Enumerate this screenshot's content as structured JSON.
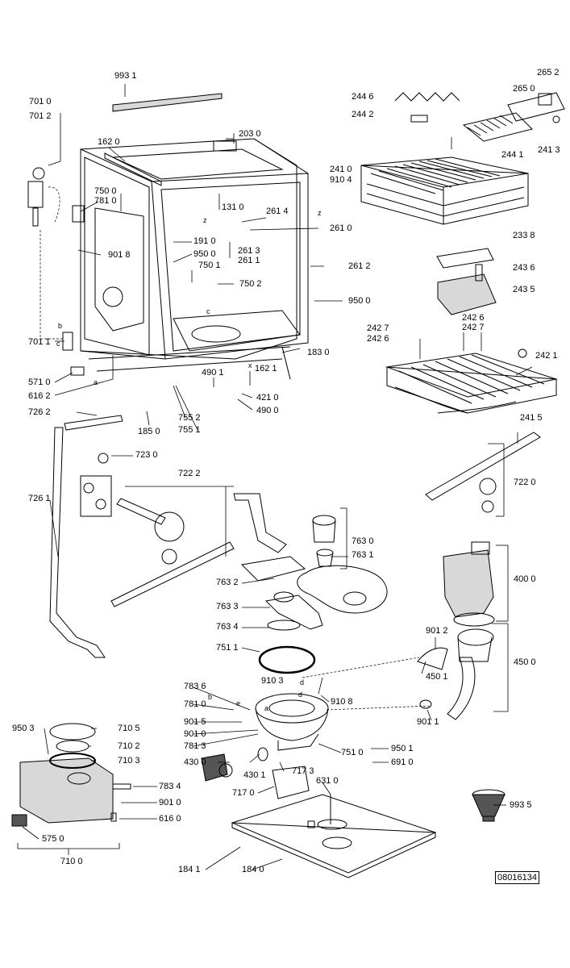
{
  "labels": {
    "p9931": "993 1",
    "p7010": "701 0",
    "p7012": "701 2",
    "p1620": "162 0",
    "p2030": "203 0",
    "p7500": "750 0",
    "p7810": "781 0",
    "p1310": "131 0",
    "p2614": "261 4",
    "p2610": "261 0",
    "p9018": "901 8",
    "p1910": "191 0",
    "p9500a": "950 0",
    "p2613": "261 3",
    "p2611": "261 1",
    "p2612": "261 2",
    "p7501": "750 1",
    "p7502": "750 2",
    "p9500b": "950 0",
    "p7011": "701 1",
    "p1830": "183 0",
    "p5710": "571 0",
    "p4901": "490 1",
    "p1621": "162 1",
    "p6162": "616 2",
    "p4210": "421 0",
    "p4900": "490 0",
    "p7262": "726 2",
    "p7552": "755 2",
    "p7551": "755 1",
    "p1850": "185 0",
    "p7230": "723 0",
    "p7222": "722 2",
    "p7261": "726 1",
    "p7630": "763 0",
    "p7631": "763 1",
    "p7632": "763 2",
    "p7633": "763 3",
    "p7634": "763 4",
    "p7511": "751 1",
    "p2446": "244 6",
    "p2442": "244 2",
    "p2652": "265 2",
    "p2650": "265 0",
    "p2441": "244 1",
    "p2413": "241 3",
    "p2410": "241 0",
    "p9104": "910 4",
    "p2338": "233 8",
    "p2436": "243 6",
    "p2435": "243 5",
    "p2427a": "242 7",
    "p2426a": "242 6",
    "p2426b": "242 6",
    "p2427b": "242 7",
    "p2421": "242 1",
    "p2415": "241 5",
    "p7220": "722 0",
    "p4000": "400 0",
    "p9012": "901 2",
    "p4501": "450 1",
    "p4500": "450 0",
    "p9011": "901 1",
    "p7836": "783 6",
    "p9103": "910 3",
    "p9108": "910 8",
    "p7810b": "781 0",
    "p9015": "901 5",
    "p9010a": "901 0",
    "p7813": "781 3",
    "p7510": "751 0",
    "p9501": "950 1",
    "p6910": "691 0",
    "p4300": "430 0",
    "p4301": "430 1",
    "p7173": "717 3",
    "p6310": "631 0",
    "p7170": "717 0",
    "p9503": "950 3",
    "p7105": "710 5",
    "p7102": "710 2",
    "p7103": "710 3",
    "p7834": "783 4",
    "p9010b": "901 0",
    "p6160": "616 0",
    "p5750": "575 0",
    "p7100": "710 0",
    "p1841": "184 1",
    "p1840": "184 0",
    "p9935": "993 5",
    "la": "a",
    "lb": "b",
    "lc": "c",
    "ld": "d",
    "le": "e",
    "lz1": "z",
    "lz2": "z",
    "lx": "x",
    "lc2": "c",
    "la2": "a",
    "lb2": "b",
    "ld2": "d"
  },
  "drawing_code": "08016134"
}
